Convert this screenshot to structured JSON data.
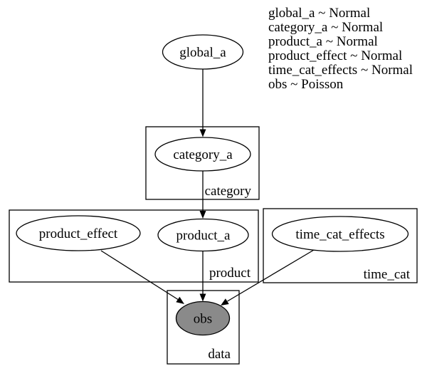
{
  "legend": {
    "lines": [
      "global_a ~ Normal",
      "category_a ~ Normal",
      "product_a ~ Normal",
      "product_effect ~ Normal",
      "time_cat_effects ~ Normal",
      "obs ~ Poisson"
    ]
  },
  "nodes": {
    "global_a": {
      "label": "global_a",
      "distribution": "Normal",
      "observed": false
    },
    "category_a": {
      "label": "category_a",
      "distribution": "Normal",
      "observed": false
    },
    "product_effect": {
      "label": "product_effect",
      "distribution": "Normal",
      "observed": false
    },
    "product_a": {
      "label": "product_a",
      "distribution": "Normal",
      "observed": false
    },
    "time_cat_effects": {
      "label": "time_cat_effects",
      "distribution": "Normal",
      "observed": false
    },
    "obs": {
      "label": "obs",
      "distribution": "Poisson",
      "observed": true
    }
  },
  "plates": {
    "category": {
      "label": "category"
    },
    "product": {
      "label": "product"
    },
    "time_cat": {
      "label": "time_cat"
    },
    "data": {
      "label": "data"
    }
  },
  "edges": [
    {
      "from": "global_a",
      "to": "category_a"
    },
    {
      "from": "category_a",
      "to": "product_a"
    },
    {
      "from": "product_effect",
      "to": "obs"
    },
    {
      "from": "product_a",
      "to": "obs"
    },
    {
      "from": "time_cat_effects",
      "to": "obs"
    }
  ],
  "colors": {
    "stroke": "#000000",
    "node_fill": "#ffffff",
    "observed_fill": "#8a8a8a",
    "background": "#ffffff",
    "text": "#000000"
  }
}
